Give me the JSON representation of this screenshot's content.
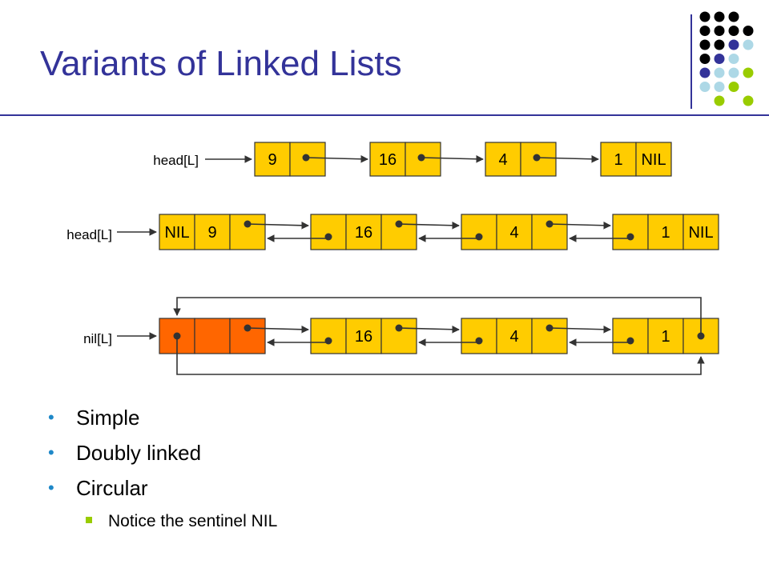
{
  "title": "Variants of Linked Lists",
  "colors": {
    "title": "#333399",
    "node_fill": "#ffcc00",
    "sentinel_fill": "#ff6600",
    "bullet": "#1e88c8",
    "sub_bullet": "#99cc00",
    "decor_black": "#000000",
    "decor_navy": "#333399",
    "decor_lightblue": "#add8e6",
    "decor_green": "#99cc00"
  },
  "decor_grid": [
    [
      "black",
      "black",
      "black",
      "none"
    ],
    [
      "black",
      "black",
      "black",
      "black"
    ],
    [
      "black",
      "black",
      "navy",
      "lightblue"
    ],
    [
      "black",
      "navy",
      "lightblue",
      "none"
    ],
    [
      "navy",
      "lightblue",
      "lightblue",
      "green"
    ],
    [
      "lightblue",
      "lightblue",
      "green",
      "none"
    ],
    [
      "none",
      "green",
      "none",
      "green"
    ]
  ],
  "diagram": {
    "simple": {
      "head_label": "head[L]",
      "nodes": [
        {
          "key": "9",
          "next": ""
        },
        {
          "key": "16",
          "next": ""
        },
        {
          "key": "4",
          "next": ""
        },
        {
          "key": "1",
          "next": "NIL"
        }
      ]
    },
    "doubly": {
      "head_label": "head[L]",
      "nodes": [
        {
          "prev": "NIL",
          "key": "9",
          "next": ""
        },
        {
          "prev": "",
          "key": "16",
          "next": ""
        },
        {
          "prev": "",
          "key": "4",
          "next": ""
        },
        {
          "prev": "",
          "key": "1",
          "next": "NIL"
        }
      ]
    },
    "circular": {
      "head_label": "nil[L]",
      "nodes": [
        {
          "prev": "",
          "key": "",
          "next": "",
          "sentinel": true
        },
        {
          "prev": "",
          "key": "16",
          "next": ""
        },
        {
          "prev": "",
          "key": "4",
          "next": ""
        },
        {
          "prev": "",
          "key": "1",
          "next": ""
        }
      ]
    }
  },
  "bullets": [
    "Simple",
    "Doubly linked",
    "Circular"
  ],
  "sub_bullet": "Notice the sentinel NIL"
}
